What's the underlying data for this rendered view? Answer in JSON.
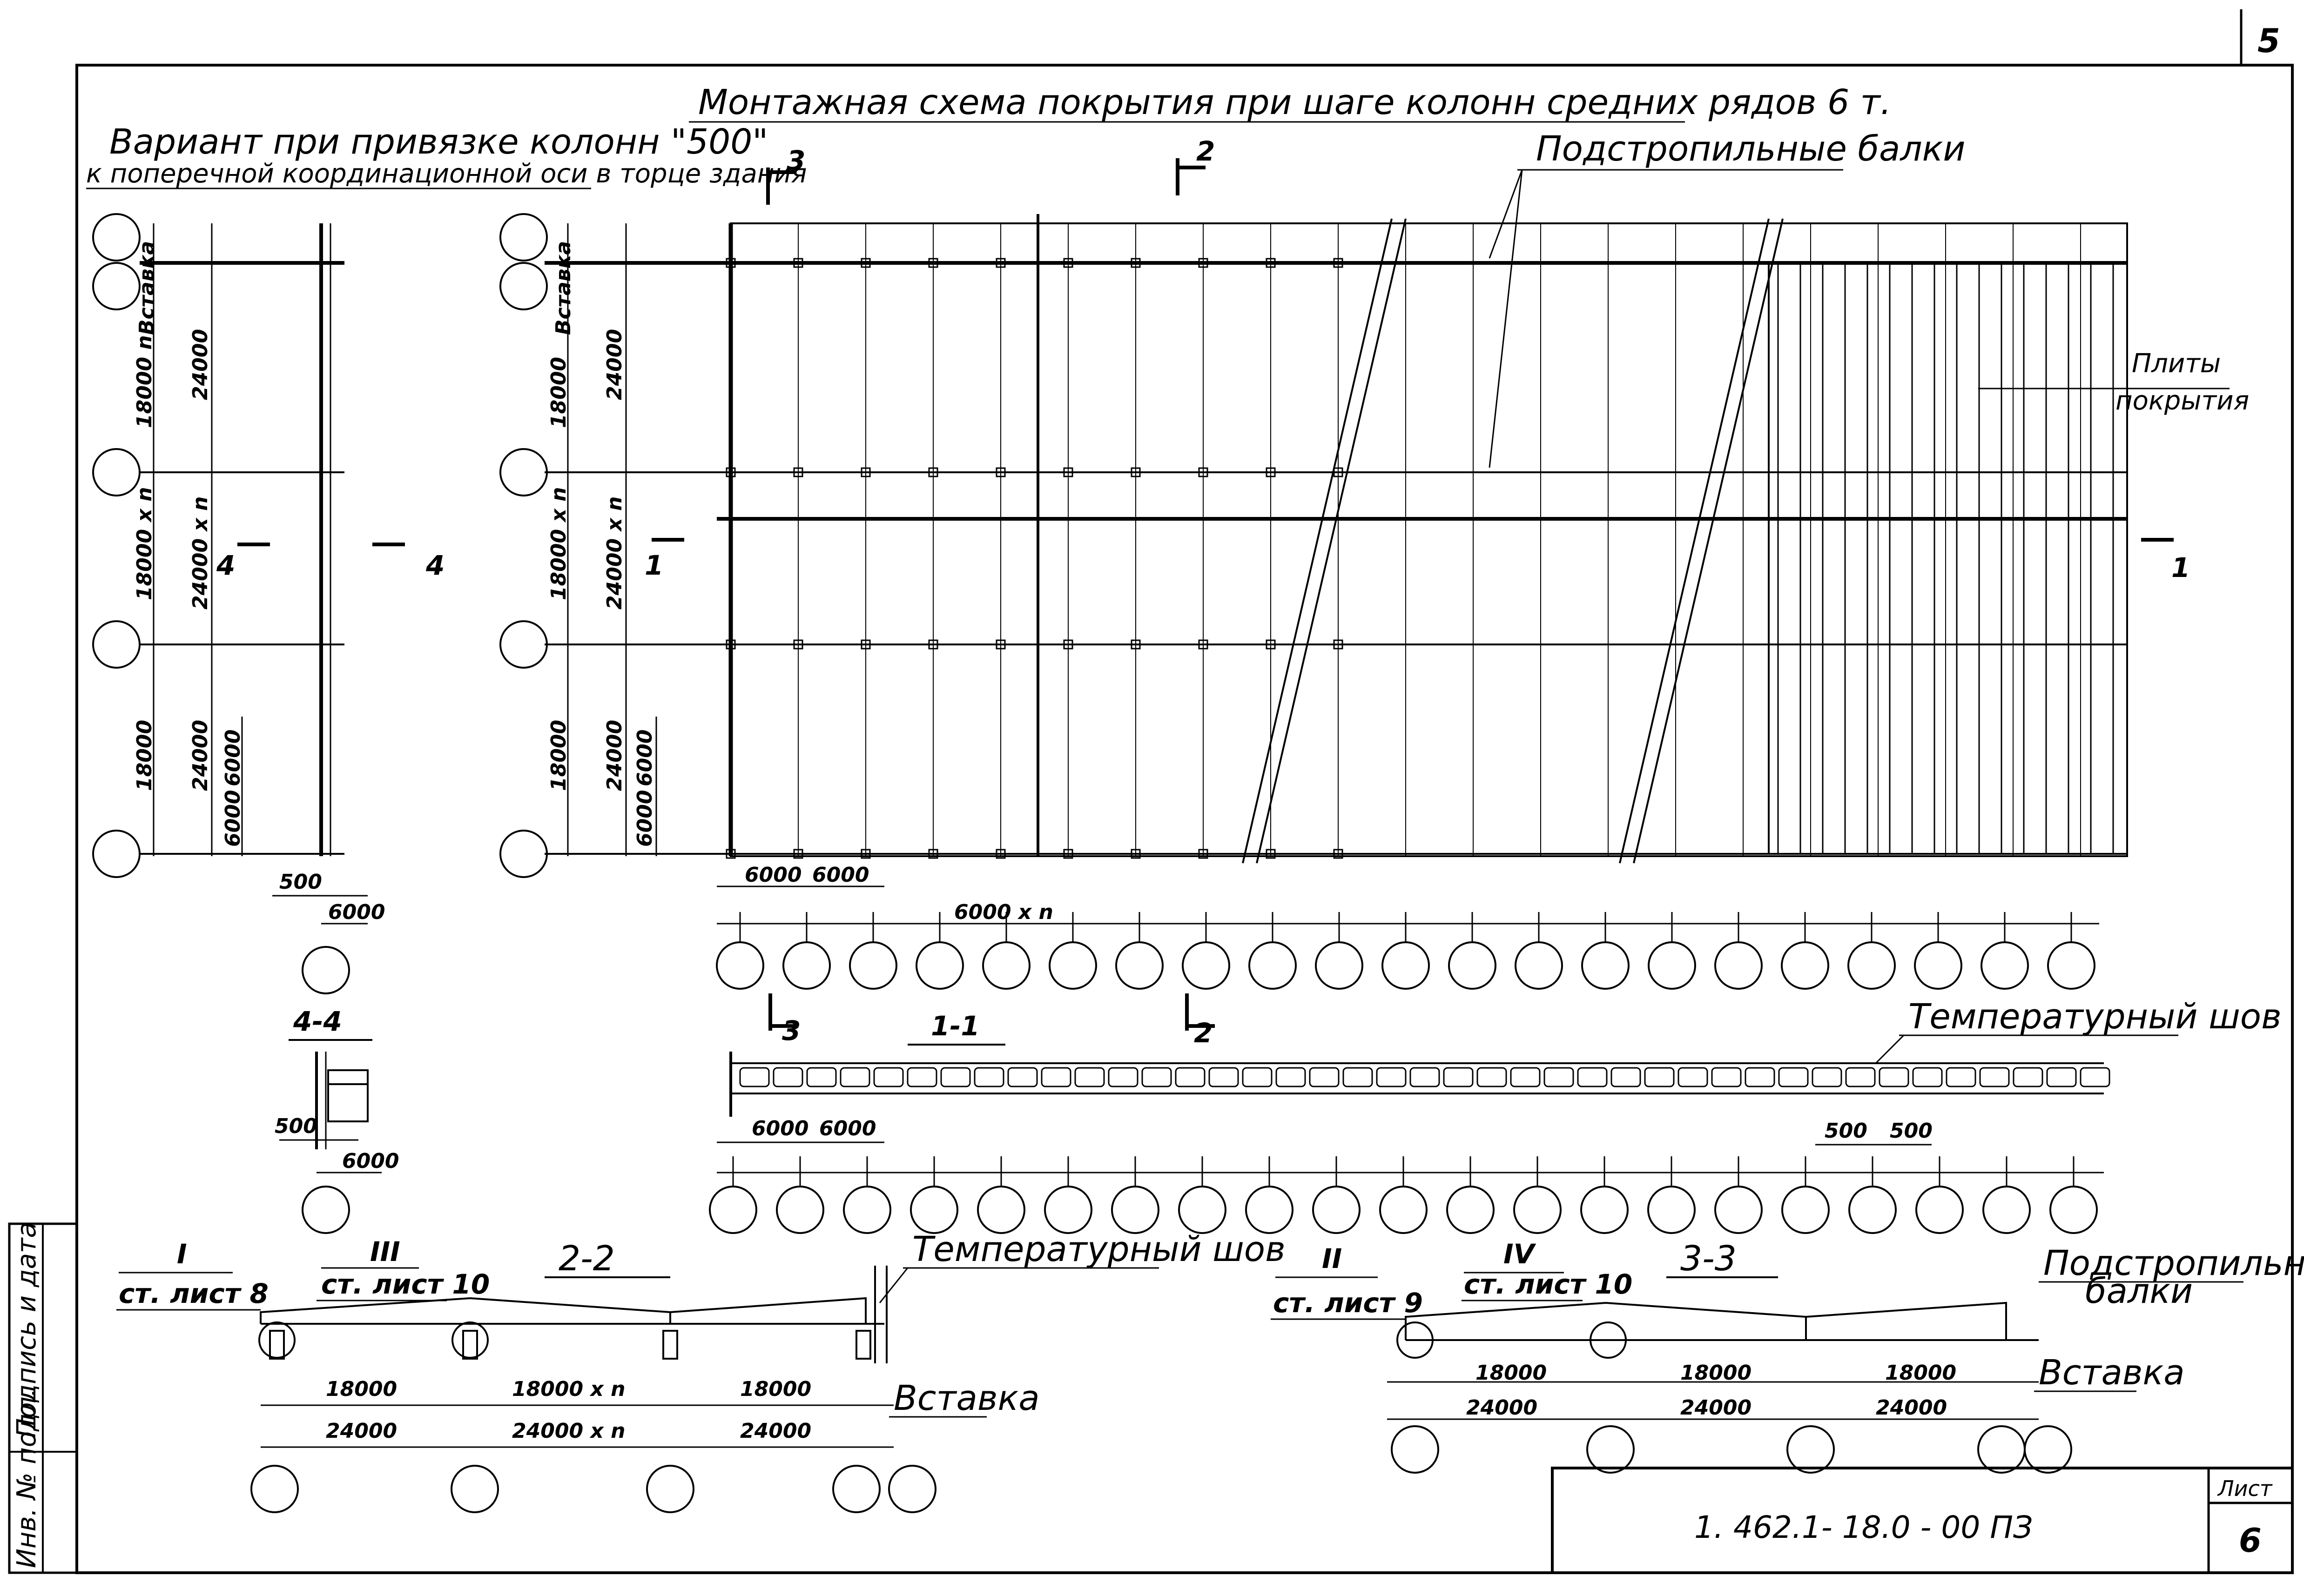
{
  "page_number": "5",
  "title": "Монтажная схема покрытия при шаге колонн средних рядов 6 т.",
  "variant_note": {
    "line1": "Вариант при привязке колонн \"500\"",
    "line2": "к поперечной координационной оси в торце здания"
  },
  "labels": {
    "podstropilnye_balki": "Подстропильные балки",
    "plity_line1": "Плиты",
    "plity_line2": "покрытия",
    "temp_shov_11": "Температурный шов",
    "temp_shov_22": "Температурный шов",
    "podstrop_33_line1": "Подстропильные",
    "podstrop_33_line2": "балки",
    "vstavka_22": "Вставка",
    "vstavka_33": "Вставка",
    "vstavka_vert": "Вставка"
  },
  "sections": {
    "s1": "1-1",
    "s2": "2-2",
    "s3": "3-3",
    "s4": "4-4",
    "mark1": "1",
    "mark2": "2",
    "mark3": "3",
    "mark4": "4"
  },
  "refs": {
    "r1_num": "I",
    "r1_text": "ст. лист 8",
    "r3_num": "III",
    "r3_text": "ст. лист 10",
    "r2_num": "II",
    "r2_text": "ст. лист 9",
    "r4_num": "IV",
    "r4_text": "ст. лист 10"
  },
  "dims": {
    "d18000n": "18000 n",
    "d18000": "18000",
    "d24000": "24000",
    "d18000xn": "18000 x n",
    "d24000xn": "24000 x n",
    "d6000": "6000",
    "d500": "500",
    "d6000xn": "6000 x n"
  },
  "side_labels": {
    "podpis": "Подпись и дата",
    "inv": "Инв. № подл."
  },
  "stamp": {
    "code": "1. 462.1- 18.0 - 00 ПЗ",
    "list_label": "Лист",
    "list_value": "6"
  }
}
